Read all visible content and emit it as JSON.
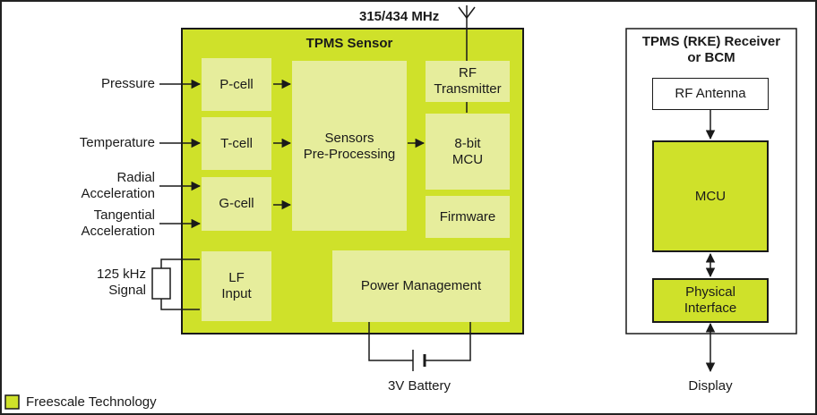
{
  "sensor": {
    "title": "TPMS Sensor",
    "p_cell": "P-cell",
    "t_cell": "T-cell",
    "g_cell": "G-cell",
    "lf_input": "LF\nInput",
    "preprocessing": "Sensors\nPre-Processing",
    "rf_transmitter": "RF\nTransmitter",
    "mcu": "8-bit\nMCU",
    "firmware": "Firmware",
    "power_management": "Power Management"
  },
  "inputs": {
    "pressure": "Pressure",
    "temperature": "Temperature",
    "radial": "Radial\nAcceleration",
    "tangential": "Tangential\nAcceleration",
    "lf_signal": "125 kHz\nSignal"
  },
  "frequency": "315/434 MHz",
  "battery": "3V Battery",
  "receiver": {
    "title": "TPMS (RKE) Receiver\nor BCM",
    "rf_antenna": "RF Antenna",
    "mcu": "MCU",
    "physical_interface": "Physical\nInterface",
    "display": "Display"
  },
  "legend": {
    "label": "Freescale Technology",
    "color": "#cfe12a"
  },
  "colors": {
    "freescale": "#cfe12a",
    "inner_block": "#e6ed9c",
    "line": "#1a1a1a"
  }
}
